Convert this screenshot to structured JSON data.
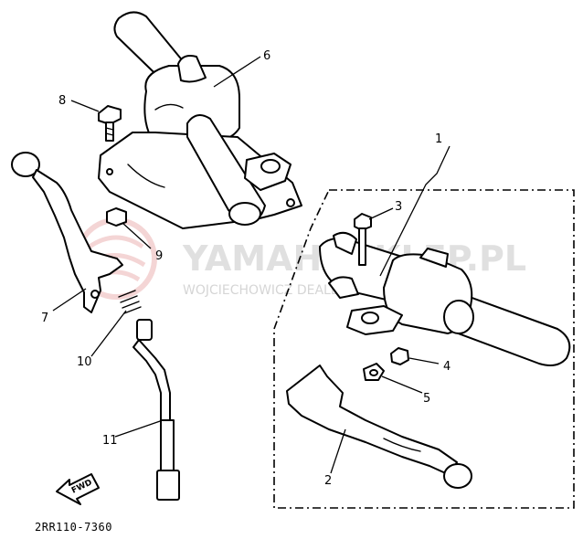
{
  "watermark": {
    "brand": "YAMAHASKLEP.PL",
    "tagline": "WOJCIECHOWICZ DEALER YAMAHA"
  },
  "callouts": [
    "1",
    "2",
    "3",
    "4",
    "5",
    "6",
    "7",
    "8",
    "9",
    "10",
    "11"
  ],
  "fwd_label": "FWD",
  "diagram_code": "2RR110-7360"
}
